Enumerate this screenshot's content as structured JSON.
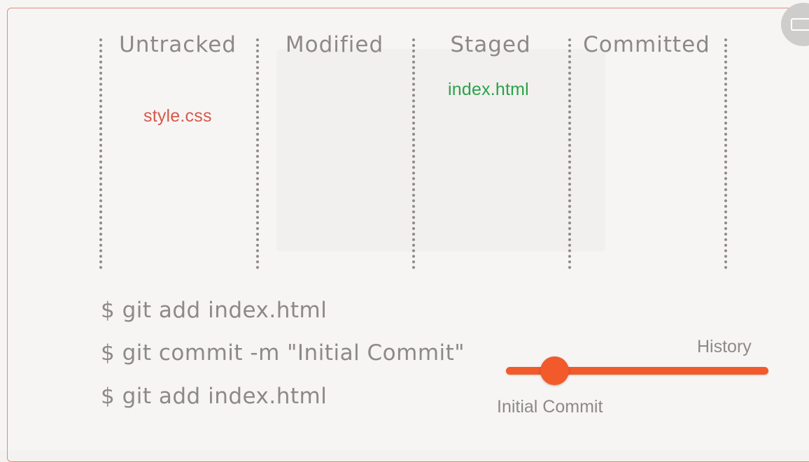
{
  "columns": {
    "untracked": "Untracked",
    "modified": "Modified",
    "staged": "Staged",
    "committed": "Committed"
  },
  "files": {
    "untracked": "style.css",
    "staged": "index.html"
  },
  "commands": [
    "$ git add index.html",
    "$ git commit -m \"Initial Commit\"",
    "$ git add index.html"
  ],
  "timeline": {
    "title": "History",
    "commit_label": "Initial Commit"
  },
  "colors": {
    "accent": "#f25a2b",
    "untracked_file": "#d65a4c",
    "staged_file": "#2ba24a",
    "text": "#8d8986"
  },
  "icons": {
    "corner": "window-icon"
  }
}
